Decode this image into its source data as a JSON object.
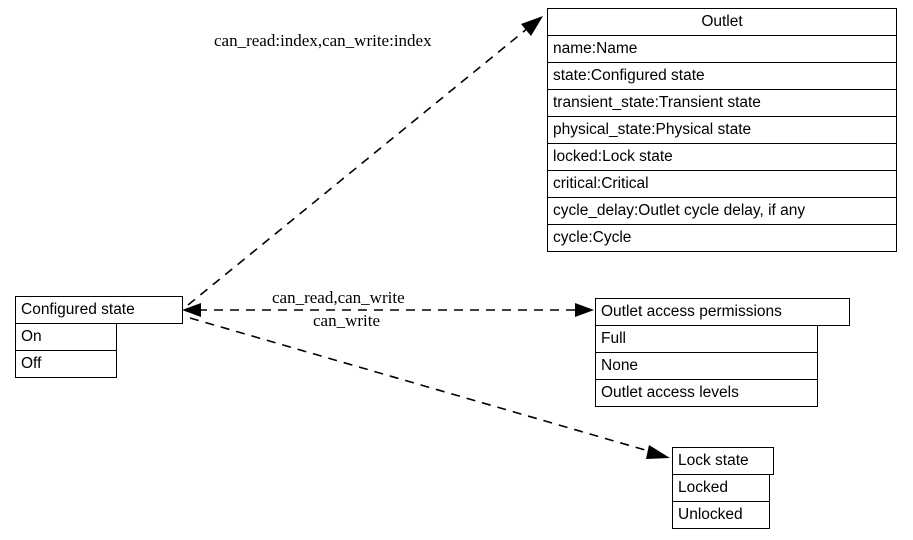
{
  "diagram": {
    "type": "uml-entity-relationship",
    "background": "#ffffff",
    "line_color": "#000000",
    "nodes": [
      {
        "id": "outlet",
        "title": "Outlet",
        "title_align": "center",
        "rows": [
          "name:Name",
          "state:Configured state",
          "transient_state:Transient state",
          "physical_state:Physical state",
          "locked:Lock state",
          "critical:Critical",
          "cycle_delay:Outlet cycle delay, if any",
          "cycle:Cycle"
        ]
      },
      {
        "id": "configured-state",
        "title": "Configured state",
        "title_align": "left",
        "rows": [
          "On",
          "Off"
        ]
      },
      {
        "id": "outlet-access-permissions",
        "title": "Outlet access permissions",
        "title_align": "left",
        "rows": [
          "Full",
          "None",
          "Outlet access levels"
        ]
      },
      {
        "id": "lock-state",
        "title": "Lock state",
        "title_align": "left",
        "rows": [
          "Locked",
          "Unlocked"
        ]
      }
    ],
    "edges": [
      {
        "id": "configured-to-outlet",
        "from": "configured-state",
        "to": "outlet",
        "label": "can_read:index,can_write:index",
        "style": "dashed",
        "arrow": "to-target"
      },
      {
        "id": "configured-to-permissions",
        "from": "configured-state",
        "to": "outlet-access-permissions",
        "label": "can_read,can_write",
        "label_secondary": "can_write",
        "style": "dashed",
        "arrow": "both"
      },
      {
        "id": "configured-to-lock-state",
        "from": "configured-state",
        "to": "lock-state",
        "label": "",
        "style": "dashed",
        "arrow": "to-target"
      }
    ]
  }
}
